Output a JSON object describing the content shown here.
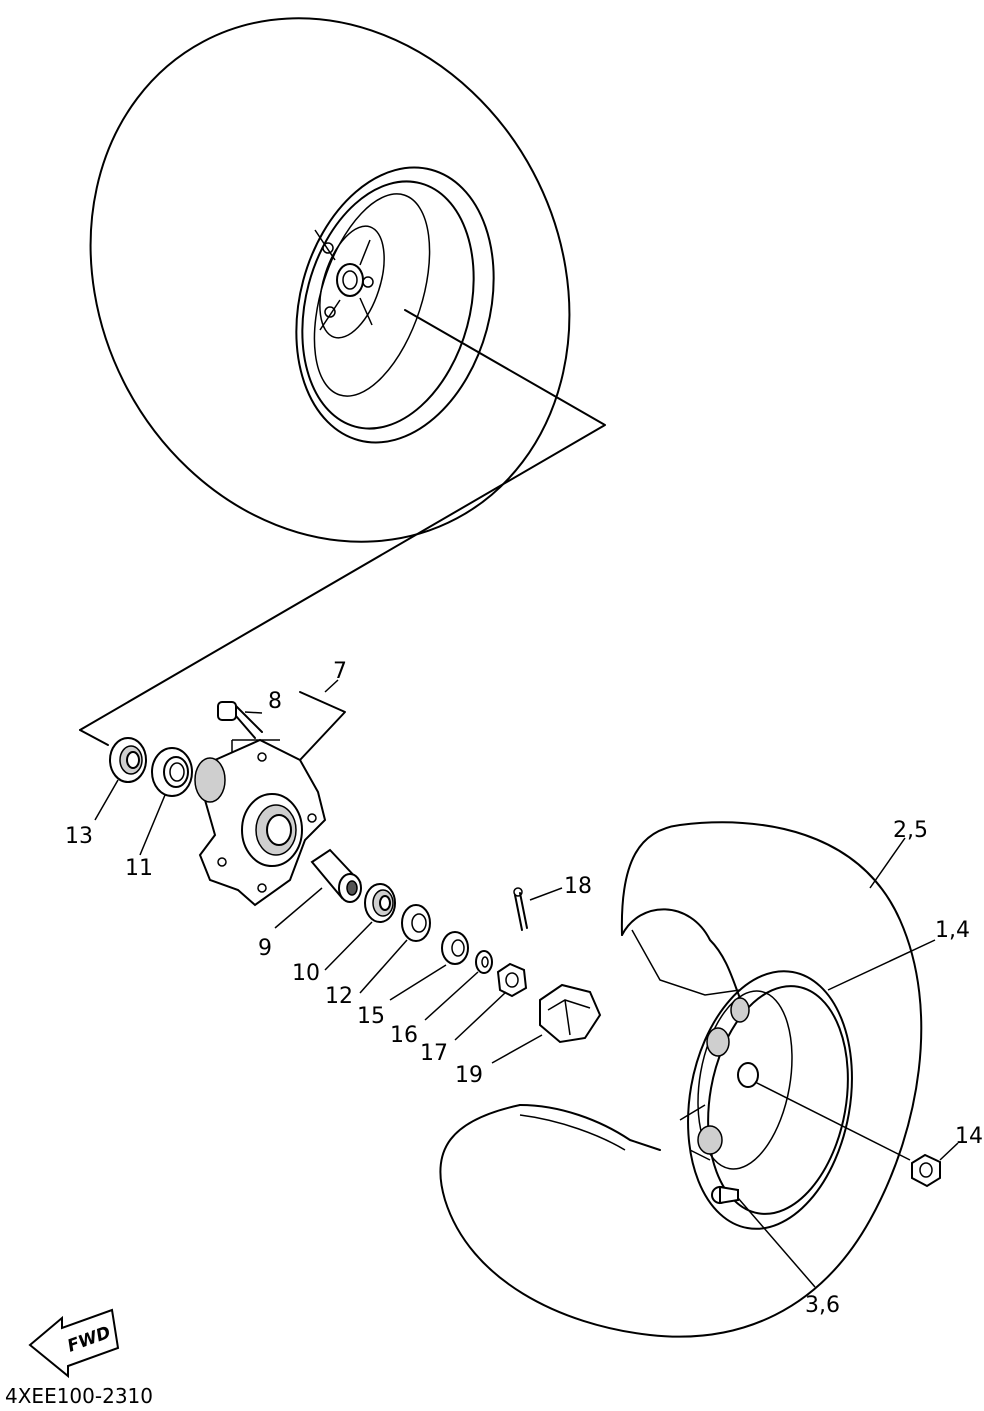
{
  "diagram": {
    "code": "4XEE100-2310",
    "fwd_label": "FWD",
    "callouts": [
      {
        "id": "7",
        "label": "7"
      },
      {
        "id": "8",
        "label": "8"
      },
      {
        "id": "13",
        "label": "13"
      },
      {
        "id": "11",
        "label": "11"
      },
      {
        "id": "9",
        "label": "9"
      },
      {
        "id": "10",
        "label": "10"
      },
      {
        "id": "12",
        "label": "12"
      },
      {
        "id": "15",
        "label": "15"
      },
      {
        "id": "16",
        "label": "16"
      },
      {
        "id": "17",
        "label": "17"
      },
      {
        "id": "18",
        "label": "18"
      },
      {
        "id": "19",
        "label": "19"
      },
      {
        "id": "2_5",
        "label": "2,5"
      },
      {
        "id": "1_4",
        "label": "1,4"
      },
      {
        "id": "14",
        "label": "14"
      },
      {
        "id": "3_6",
        "label": "3,6"
      }
    ]
  }
}
